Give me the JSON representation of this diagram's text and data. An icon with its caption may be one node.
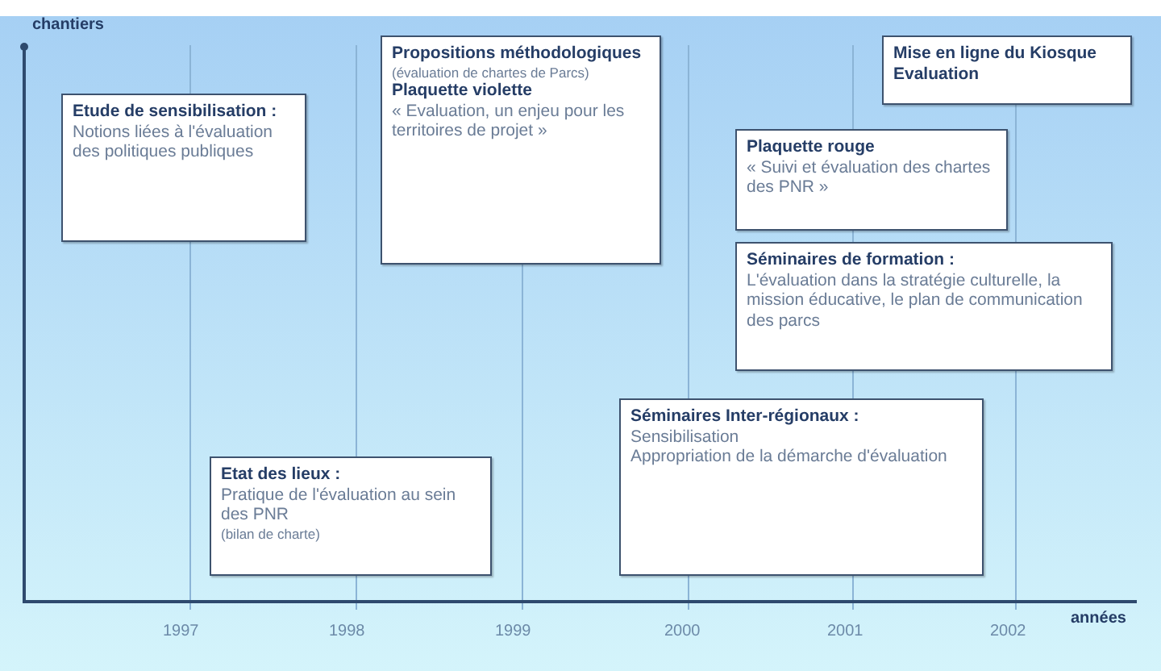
{
  "diagram": {
    "nodes": [
      {
        "text": [
          "Etude de sensibilisation :",
          "Notions liées à l'évaluation des politiques publiques"
        ]
      },
      {
        "text": [
          "Propositions méthodologiques",
          "(évaluation de chartes de Parcs)",
          "Plaquette violette",
          "« Evaluation, un enjeu pour les territoires de projet »"
        ]
      },
      {
        "text": [
          "Mise en ligne du Kiosque Evaluation"
        ]
      },
      {
        "text": [
          "Plaquette rouge",
          "« Suivi et évaluation des chartes des PNR »"
        ]
      },
      {
        "text": [
          "Séminaires de formation :",
          "L'évaluation dans la stratégie culturelle, la mission éducative, le plan de communication des parcs"
        ]
      },
      {
        "text": [
          "Séminaires Inter-régionaux :",
          "Sensibilisation",
          "Appropriation de la démarche d'évaluation"
        ]
      },
      {
        "text": [
          "Etat des lieux :",
          "Pratique de l'évaluation au sein des PNR",
          "(bilan de charte)"
        ]
      }
    ],
    "labels": [
      "chantiers",
      "1997",
      "1998",
      "1999",
      "2000",
      "2001",
      "2002",
      "années"
    ]
  }
}
